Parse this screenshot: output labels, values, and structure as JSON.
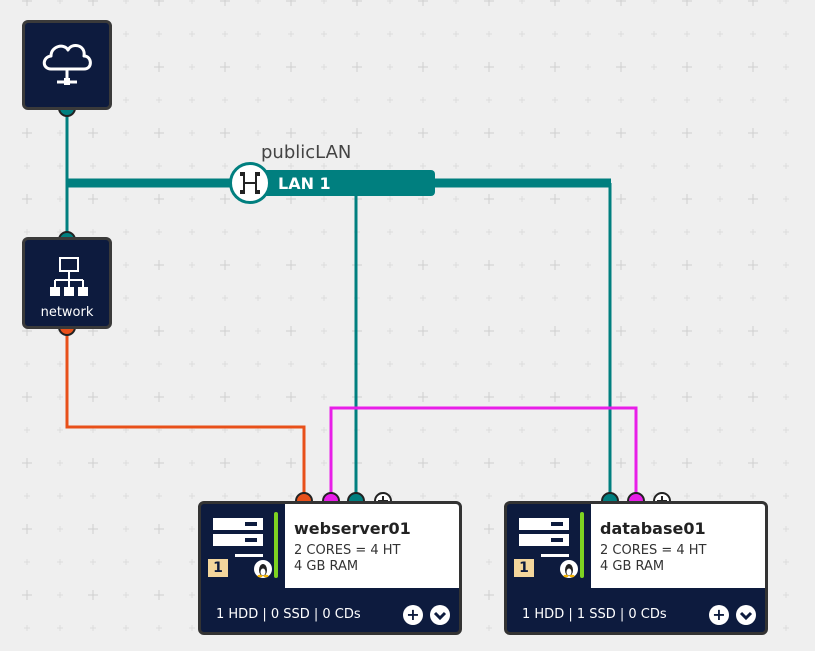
{
  "internet_node": {
    "icon": "cloud-network-icon"
  },
  "network_node": {
    "label": "network",
    "icon": "network-topology-icon"
  },
  "lan": {
    "title": "publicLAN",
    "name": "LAN 1",
    "icon": "hub-icon"
  },
  "servers": [
    {
      "name": "webserver01",
      "cores": "2 CORES = 4 HT",
      "ram": "4 GB RAM",
      "storage": "1 HDD | 0 SSD | 0 CDs",
      "badge": "1",
      "os_icon": "linux-icon"
    },
    {
      "name": "database01",
      "cores": "2 CORES = 4 HT",
      "ram": "4 GB RAM",
      "storage": "1 HDD | 1 SSD | 0 CDs",
      "badge": "1",
      "os_icon": "linux-icon"
    }
  ],
  "colors": {
    "background": "#efefef",
    "node": "#0d1b3e",
    "lan": "#007f7f",
    "wire_orange": "#e8501a",
    "wire_magenta": "#e81ee8",
    "green_bar": "#7ed321"
  }
}
